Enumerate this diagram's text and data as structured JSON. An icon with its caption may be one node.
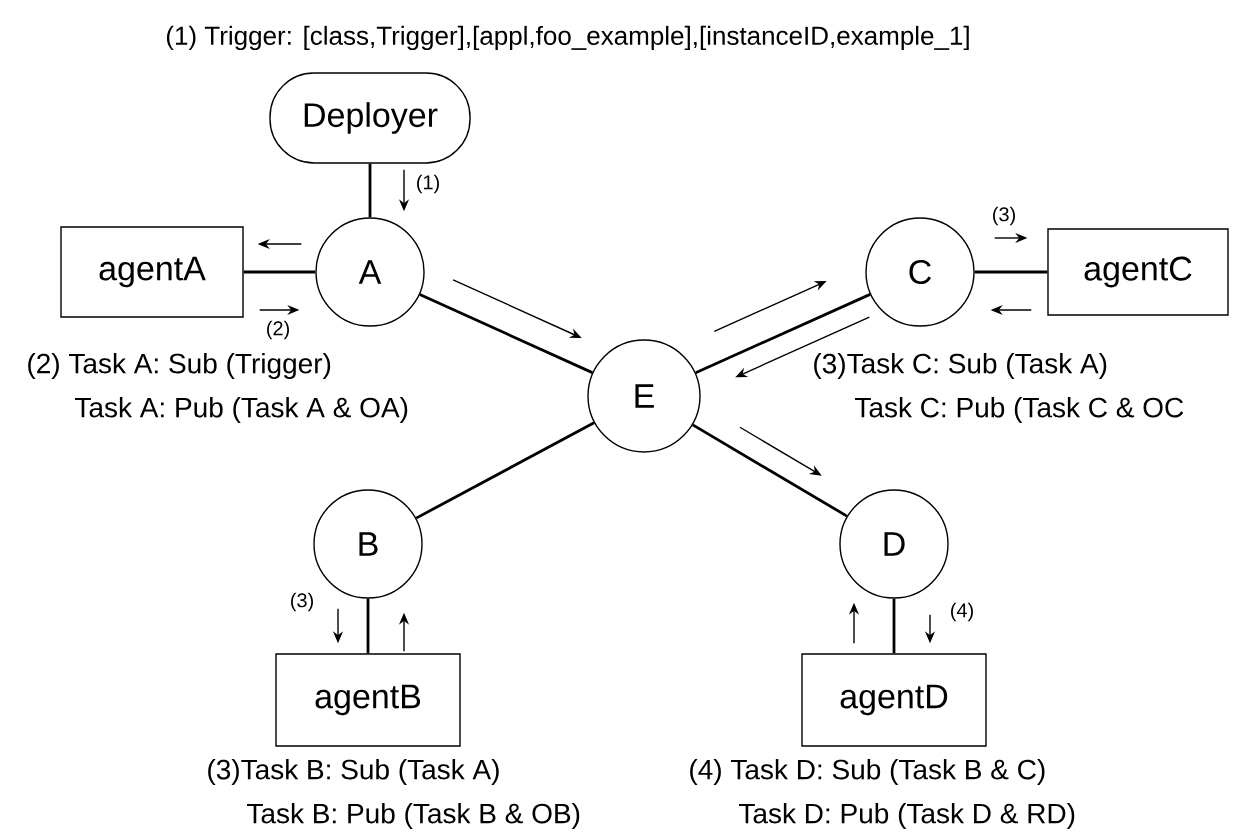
{
  "diagram": {
    "title": "(1)  Trigger: [class,Trigger],[appl,foo_example],[instanceID,example_1]",
    "nodes": [
      {
        "text": [
          "Deployer"
        ]
      },
      {
        "text": [
          "agentA"
        ],
        "beside": [
          "(2) Task A: Sub (Trigger)",
          "Task A: Pub (Task A & OA)"
        ]
      },
      {
        "text": [
          "A"
        ]
      },
      {
        "text": [
          "E"
        ]
      },
      {
        "text": [
          "C"
        ]
      },
      {
        "text": [
          "agentC"
        ],
        "beside": [
          "(3)Task C: Sub (Task A)",
          "Task C: Pub (Task C & OC"
        ]
      },
      {
        "text": [
          "B"
        ]
      },
      {
        "text": [
          "D"
        ]
      },
      {
        "text": [
          "agentB"
        ],
        "beside": [
          "(3)Task B: Sub (Task A)",
          "Task B: Pub (Task B & OB)"
        ]
      },
      {
        "text": [
          "agentD"
        ],
        "beside": [
          "(4) Task D: Sub (Task B & C)",
          "Task D: Pub (Task D & RD)"
        ]
      }
    ],
    "edges": [
      {
        "from": 0,
        "to": 2,
        "arrow": "none"
      },
      {
        "from": 1,
        "to": 2,
        "arrow": "none"
      },
      {
        "from": 2,
        "to": 3,
        "arrow": "none"
      },
      {
        "from": 4,
        "to": 3,
        "arrow": "none"
      },
      {
        "from": 4,
        "to": 5,
        "arrow": "none"
      },
      {
        "from": 6,
        "to": 3,
        "arrow": "none"
      },
      {
        "from": 7,
        "to": 3,
        "arrow": "none"
      },
      {
        "from": 6,
        "to": 8,
        "arrow": "none"
      },
      {
        "from": 7,
        "to": 9,
        "arrow": "none"
      },
      {
        "from": 0,
        "to": 2,
        "arrow": "to",
        "label": "(1)"
      },
      {
        "from": 2,
        "to": 1,
        "arrow": "to"
      },
      {
        "from": 1,
        "to": 2,
        "arrow": "to",
        "label": "(2)"
      },
      {
        "from": 2,
        "to": 3,
        "arrow": "to"
      },
      {
        "from": 3,
        "to": 4,
        "arrow": "to"
      },
      {
        "from": 4,
        "to": 3,
        "arrow": "to"
      },
      {
        "from": 3,
        "to": 7,
        "arrow": "to"
      },
      {
        "from": 4,
        "to": 5,
        "arrow": "to",
        "label": "(3)"
      },
      {
        "from": 5,
        "to": 4,
        "arrow": "to"
      },
      {
        "from": 6,
        "to": 8,
        "arrow": "to",
        "label": "(3)"
      },
      {
        "from": 8,
        "to": 6,
        "arrow": "to"
      },
      {
        "from": 9,
        "to": 7,
        "arrow": "to"
      },
      {
        "from": 7,
        "to": 9,
        "arrow": "to",
        "label": "(4)"
      }
    ]
  }
}
